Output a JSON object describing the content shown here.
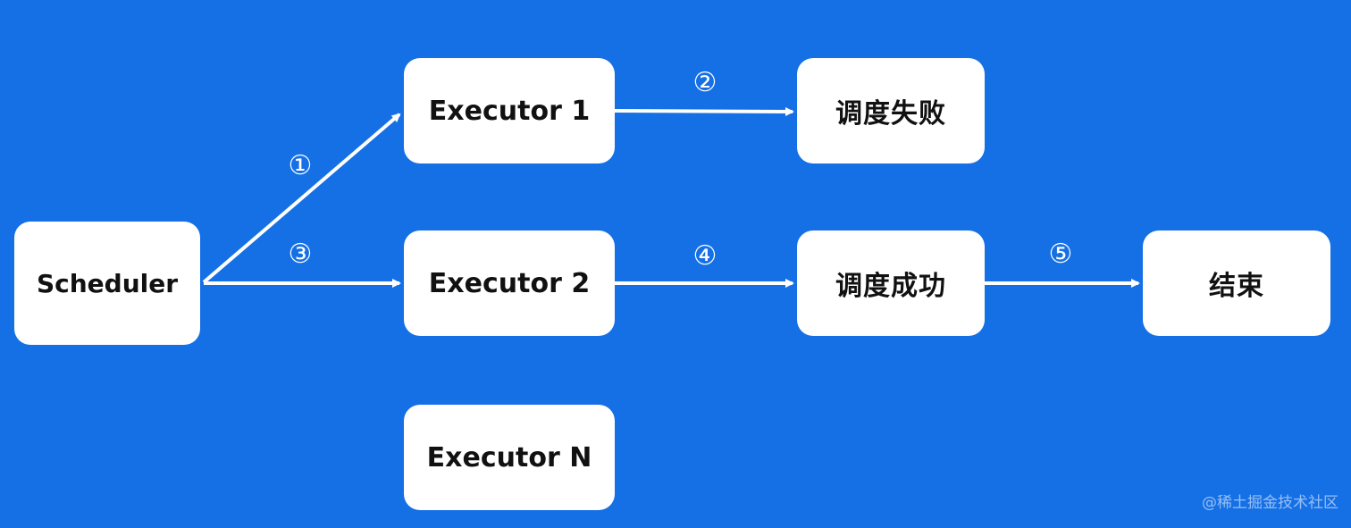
{
  "colors": {
    "background": "#1570e6",
    "node_fill": "#ffffff",
    "node_text": "#111111",
    "edge": "#ffffff"
  },
  "nodes": {
    "scheduler": "Scheduler",
    "executor_1": "Executor 1",
    "executor_2": "Executor 2",
    "executor_n": "Executor N",
    "dispatch_failed": "调度失败",
    "dispatch_succeeded": "调度成功",
    "end": "结束"
  },
  "edges": [
    {
      "from": "scheduler",
      "to": "executor_1",
      "label": "①"
    },
    {
      "from": "executor_1",
      "to": "dispatch_failed",
      "label": "②"
    },
    {
      "from": "scheduler",
      "to": "executor_2",
      "label": "③"
    },
    {
      "from": "executor_2",
      "to": "dispatch_succeeded",
      "label": "④"
    },
    {
      "from": "dispatch_succeeded",
      "to": "end",
      "label": "⑤"
    }
  ],
  "watermark": "@稀土掘金技术社区"
}
